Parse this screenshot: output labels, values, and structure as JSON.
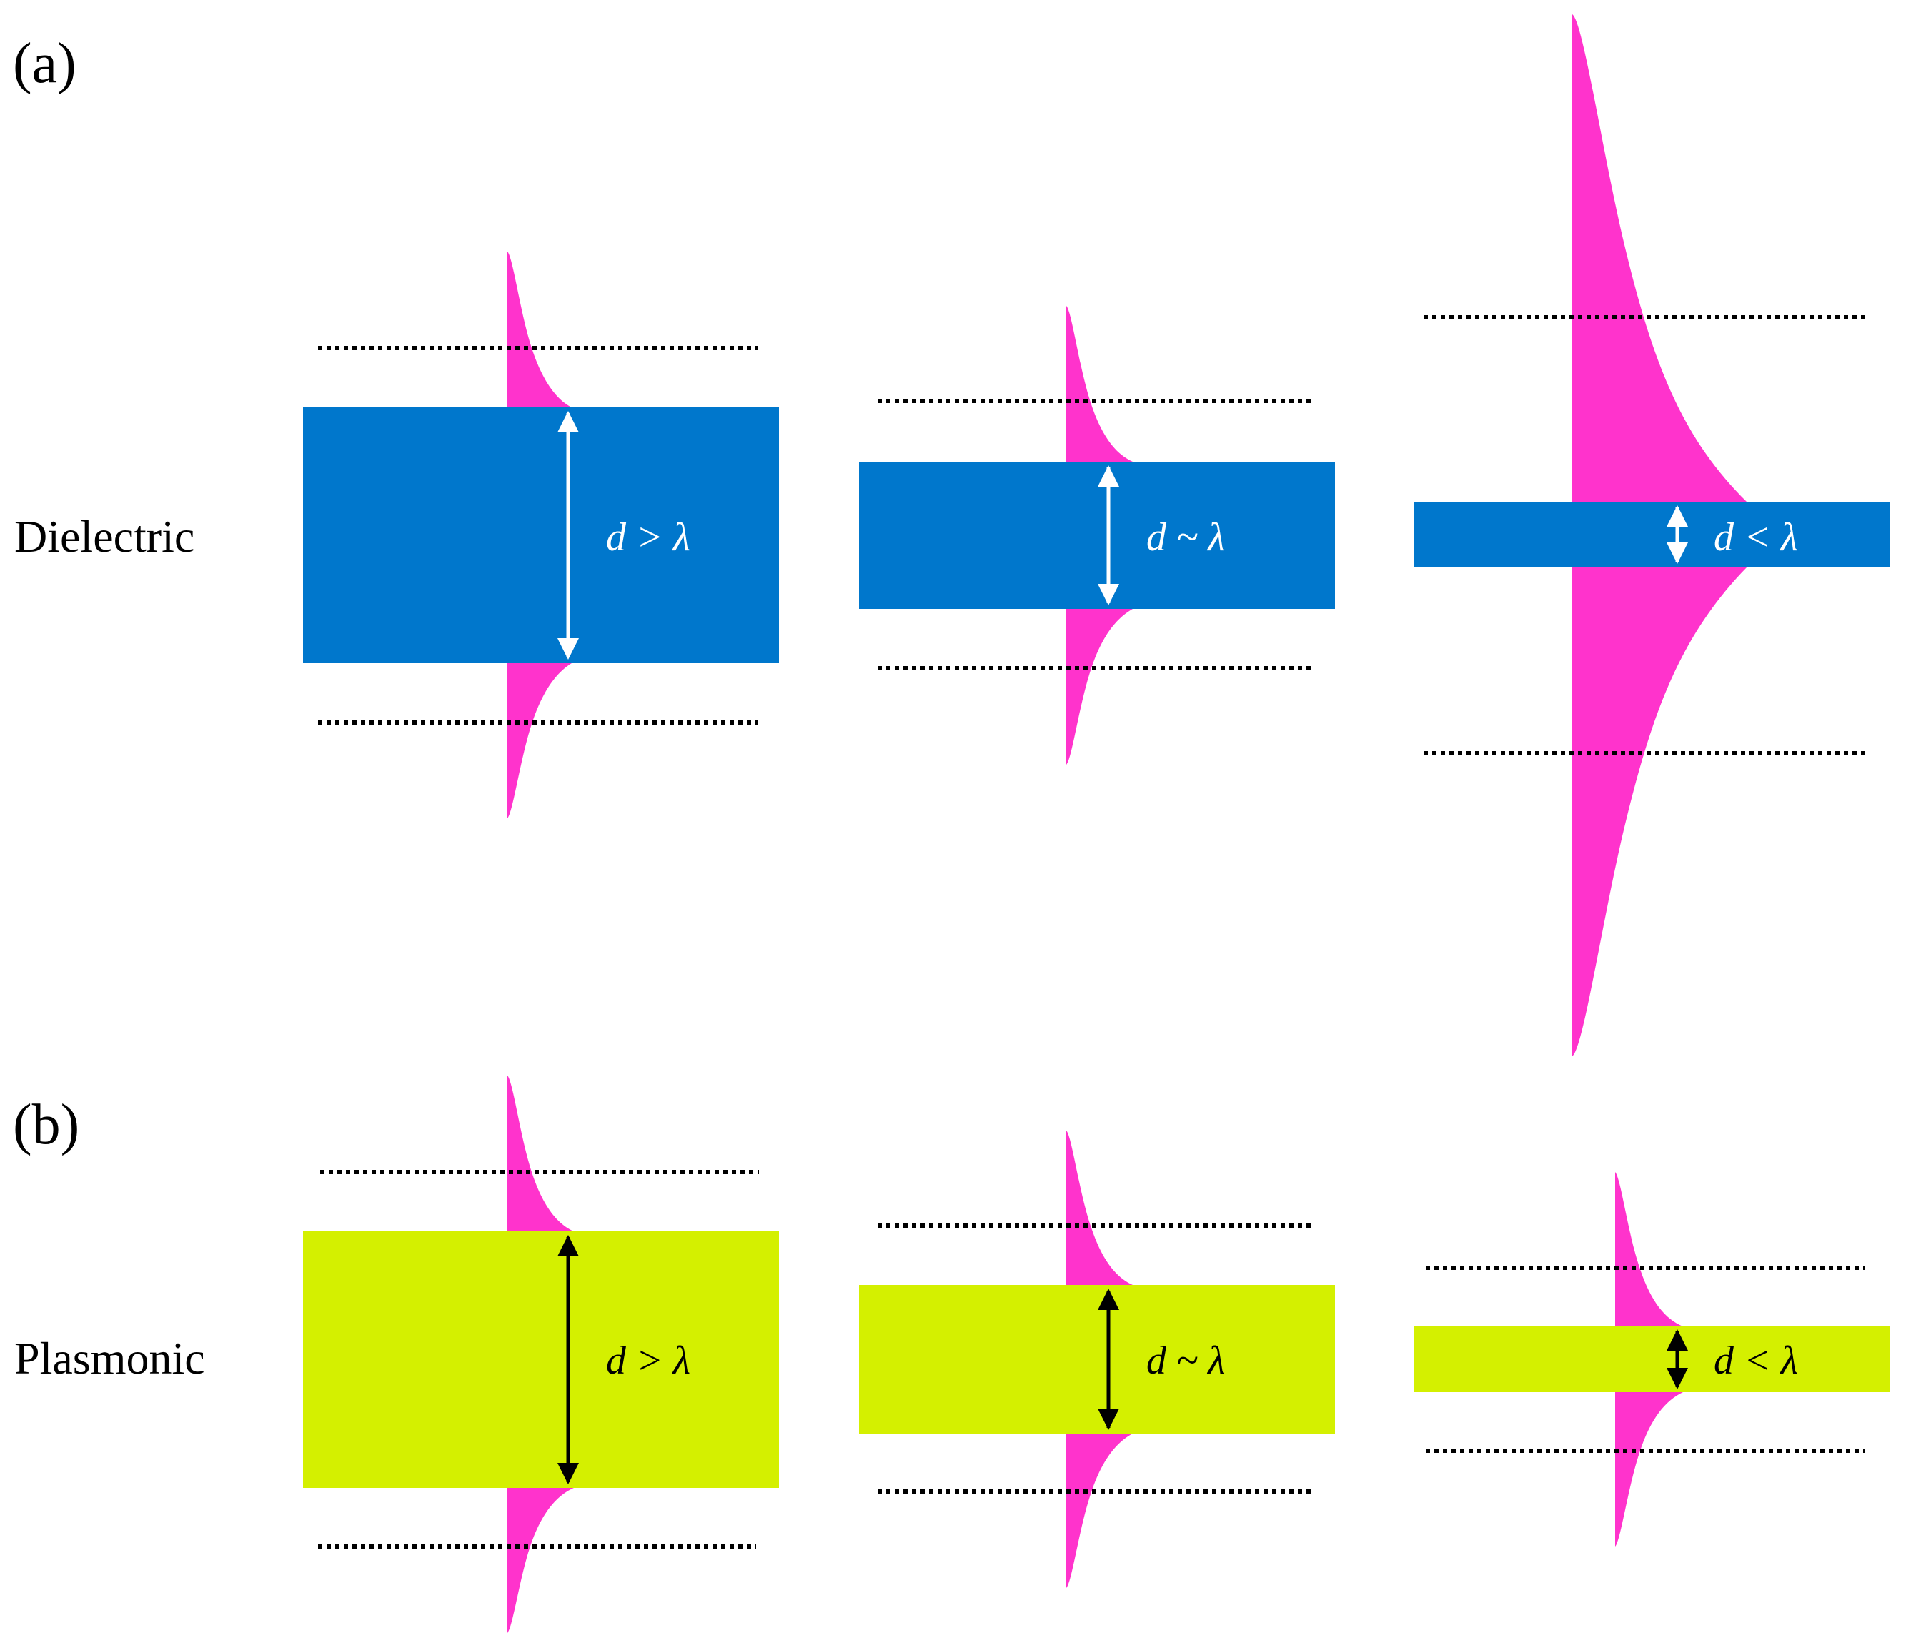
{
  "panels": {
    "a": {
      "label": "(a)",
      "row_label": "Dielectric"
    },
    "b": {
      "label": "(b)",
      "row_label": "Plasmonic"
    }
  },
  "conditions": [
    "d > λ",
    "d ~ λ",
    "d < λ"
  ],
  "colors": {
    "dielectric_slab": "#0077CC",
    "plasmonic_slab": "#D4F000",
    "field_profile": "#FF33CC",
    "arrow_on_dielectric": "#FFFFFF",
    "arrow_on_plasmonic": "#000000",
    "confinement_lines": "#000000"
  }
}
